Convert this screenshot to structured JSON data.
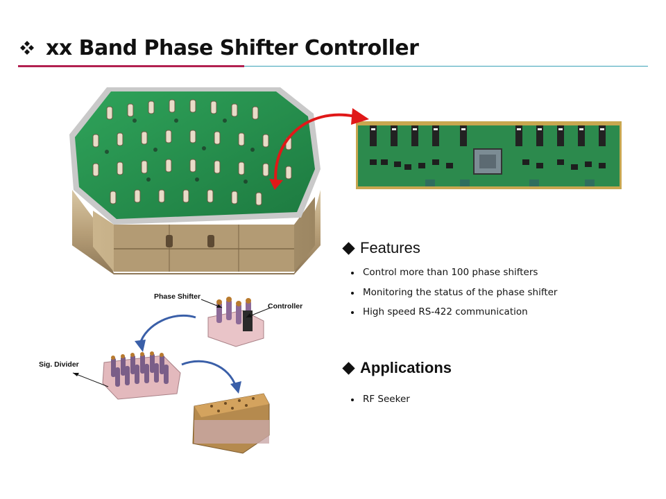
{
  "title": {
    "text": "xx Band Phase Shifter Controller",
    "bullet_icon": "four-diamond-bullet-icon",
    "accent_color": "#b22050",
    "rule_color": "#3aa2b8"
  },
  "features": {
    "heading": "Features",
    "items": [
      "Control more than 100 phase shifters",
      "Monitoring  the status of the phase shifter",
      "High speed RS-422 communication"
    ]
  },
  "applications": {
    "heading": "Applications",
    "items": [
      "RF Seeker"
    ]
  },
  "diagram": {
    "labels": {
      "phase_shifter": "Phase Shifter",
      "controller": "Controller",
      "sig_divider": "Sig. Divider"
    },
    "arrow_color": "#3a5fa8"
  },
  "photos": {
    "module_photo": "assembled-antenna-module-photo",
    "board_photo": "controller-pcb-photo",
    "link_arrow_color": "#e01818"
  }
}
